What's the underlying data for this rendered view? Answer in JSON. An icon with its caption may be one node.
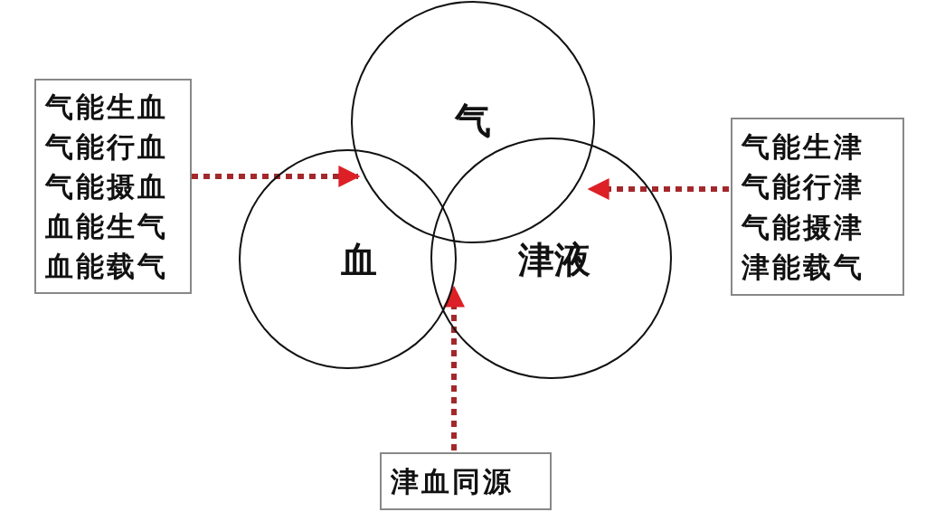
{
  "diagram": {
    "nodes": [
      {
        "text": [
          "气"
        ]
      },
      {
        "text": [
          "血"
        ]
      },
      {
        "text": [
          "津液"
        ]
      },
      {
        "text": [
          "气能生血",
          "气能行血",
          "气能摄血",
          "血能生气",
          "血能载气"
        ]
      },
      {
        "text": [
          "气能生津",
          "气能行津",
          "气能摄津",
          "津能载气"
        ]
      },
      {
        "text": [
          "津血同源"
        ]
      }
    ],
    "edges": [
      {
        "from": 3,
        "to": 1,
        "arrow": "to",
        "style": "dashed"
      },
      {
        "from": 4,
        "to": 2,
        "arrow": "to",
        "style": "dashed"
      },
      {
        "from": 5,
        "to": 2,
        "arrow": "to",
        "style": "dashed"
      }
    ]
  }
}
